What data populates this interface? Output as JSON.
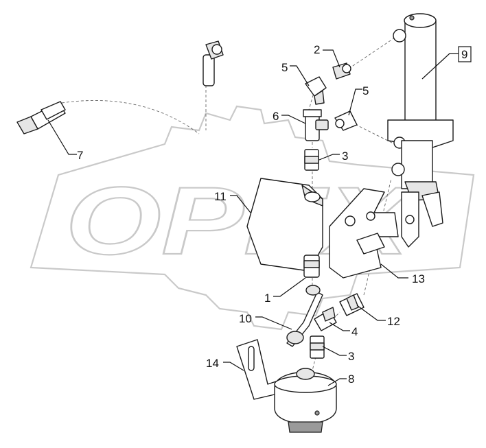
{
  "watermark": {
    "text": "OPEX"
  },
  "callouts": [
    {
      "id": "1",
      "text": "1"
    },
    {
      "id": "2",
      "text": "2"
    },
    {
      "id": "3a",
      "text": "3"
    },
    {
      "id": "3b",
      "text": "3"
    },
    {
      "id": "4",
      "text": "4"
    },
    {
      "id": "5a",
      "text": "5"
    },
    {
      "id": "5b",
      "text": "5"
    },
    {
      "id": "6",
      "text": "6"
    },
    {
      "id": "7",
      "text": "7"
    },
    {
      "id": "8",
      "text": "8"
    },
    {
      "id": "9",
      "text": "9"
    },
    {
      "id": "10",
      "text": "10"
    },
    {
      "id": "11",
      "text": "11"
    },
    {
      "id": "12",
      "text": "12"
    },
    {
      "id": "13",
      "text": "13"
    },
    {
      "id": "14",
      "text": "14"
    }
  ]
}
